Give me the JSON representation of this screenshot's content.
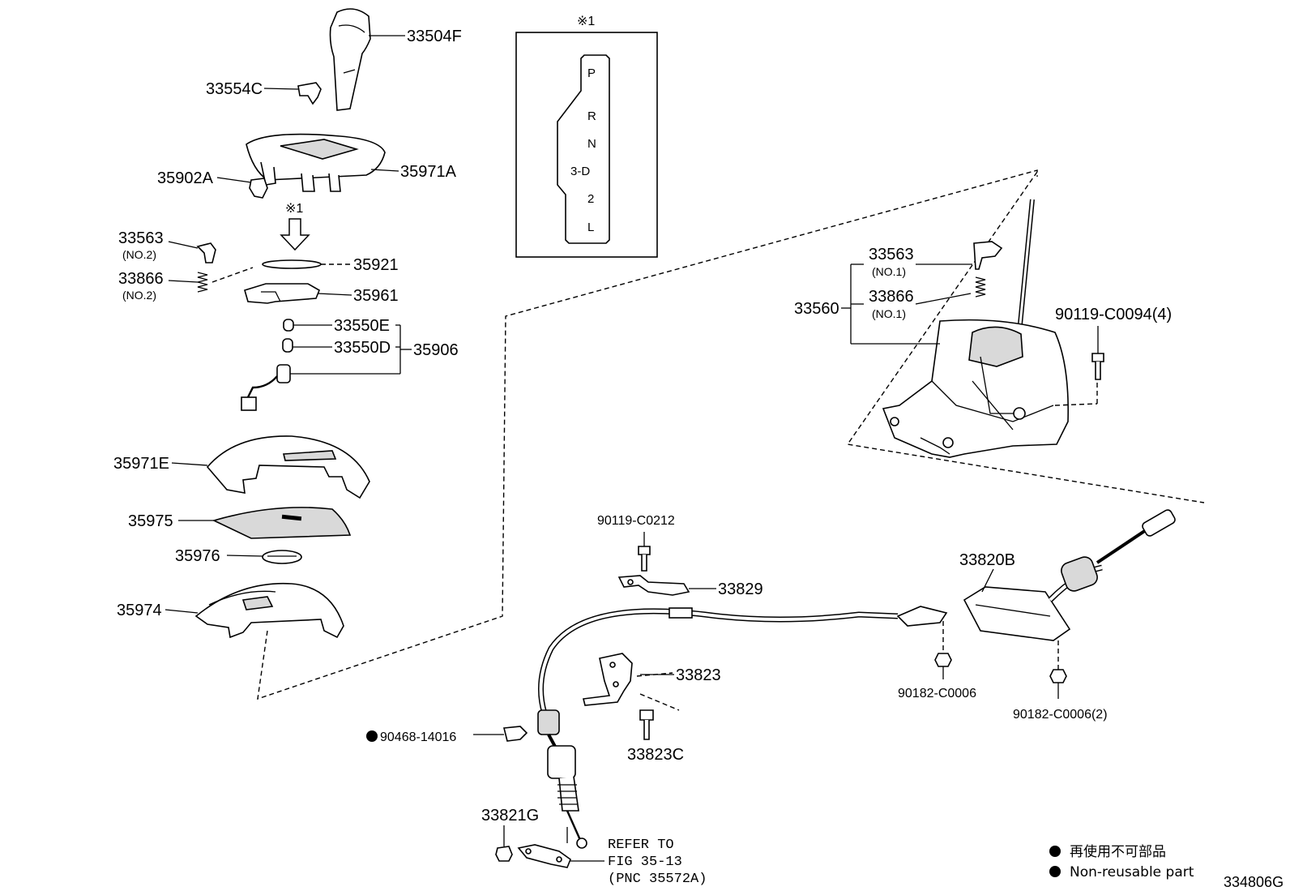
{
  "title_code": "334806G",
  "note_mark": "※1",
  "gate": {
    "positions": [
      "P",
      "R",
      "N",
      "3-D",
      "2",
      "L"
    ]
  },
  "labels": {
    "p33504F": "33504F",
    "p33554C": "33554C",
    "p35971A": "35971A",
    "p35902A": "35902A",
    "p33563_no2": "33563",
    "p33563_no2_sub": "(NO.2)",
    "p33866_no2": "33866",
    "p33866_no2_sub": "(NO.2)",
    "p35921": "35921",
    "p35961": "35961",
    "p33550E": "33550E",
    "p33550D": "33550D",
    "p35906": "35906",
    "p35971E": "35971E",
    "p35975": "35975",
    "p35976": "35976",
    "p35974": "35974",
    "p33563_no1": "33563",
    "p33563_no1_sub": "(NO.1)",
    "p33866_no1": "33866",
    "p33866_no1_sub": "(NO.1)",
    "p33560": "33560",
    "p90119_C0094": "90119-C0094(4)",
    "p90119_C0212": "90119-C0212",
    "p33829": "33829",
    "p33820B": "33820B",
    "p33823": "33823",
    "p33823C": "33823C",
    "p90468_14016": "90468-14016",
    "p90182_C0006": "90182-C0006",
    "p90182_C0006_2": "90182-C0006(2)",
    "p33821G": "33821G",
    "refer_1": "REFER TO",
    "refer_2": "FIG 35-13",
    "refer_3": "(PNC 35572A)"
  },
  "legend": {
    "jp": "再使用不可部品",
    "en": "Non-reusable part"
  }
}
